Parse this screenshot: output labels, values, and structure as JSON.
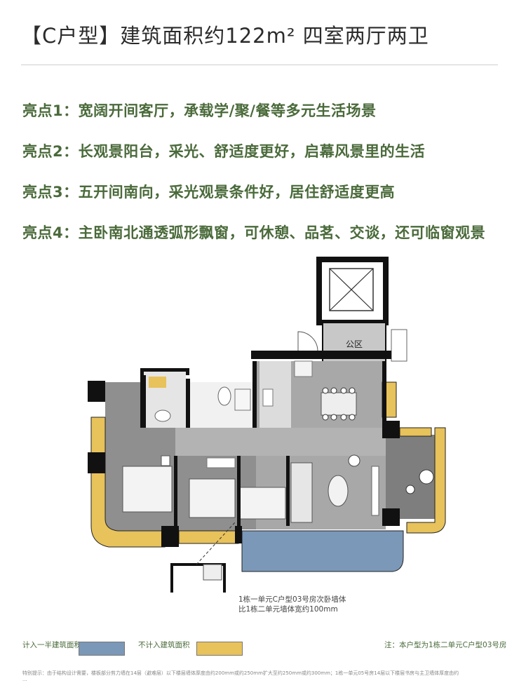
{
  "header": {
    "title": "【C户型】建筑面积约122m² 四室两厅两卫"
  },
  "highlights": [
    "亮点1：宽阔开间客厅，承载学/聚/餐等多元生活场景",
    "亮点2：长观景阳台，采光、舒适度更好，启幕风景里的生活",
    "亮点3：五开间南向，采光观景条件好，居住舒适度更高",
    "亮点4：主卧南北通透弧形飘窗，可休憩、品茗、交谈，还可临窗观景"
  ],
  "floorplan": {
    "public_area_label": "公区",
    "colors": {
      "wall": "#111111",
      "floor": "#8a8a8a",
      "living": "#a9a9a9",
      "half_area": "#7b98b8",
      "excluded_area": "#e8c25a"
    }
  },
  "wall_note": {
    "line1": "1栋一单元C户型03号房次卧墙体",
    "line2": "比1栋二单元墙体宽约100mm"
  },
  "legend": {
    "half_area_label": "计入一半建筑面积",
    "half_area_color": "#7b98b8",
    "excluded_label": "不计入建筑面积",
    "excluded_color": "#e8c25a",
    "note": "注：本户型为1栋二单元C户型03号房"
  },
  "footnote": {
    "line1": "特别提示：由于结构设计需要，楼板部分剪力墙在14层（避难层）以下楼层墙体厚度由约200mm或约250mm扩大至约250mm或约300mm；1栋一单元05号房14层以下楼层书房与主卫墙体厚度由约",
    "line2": "..."
  }
}
